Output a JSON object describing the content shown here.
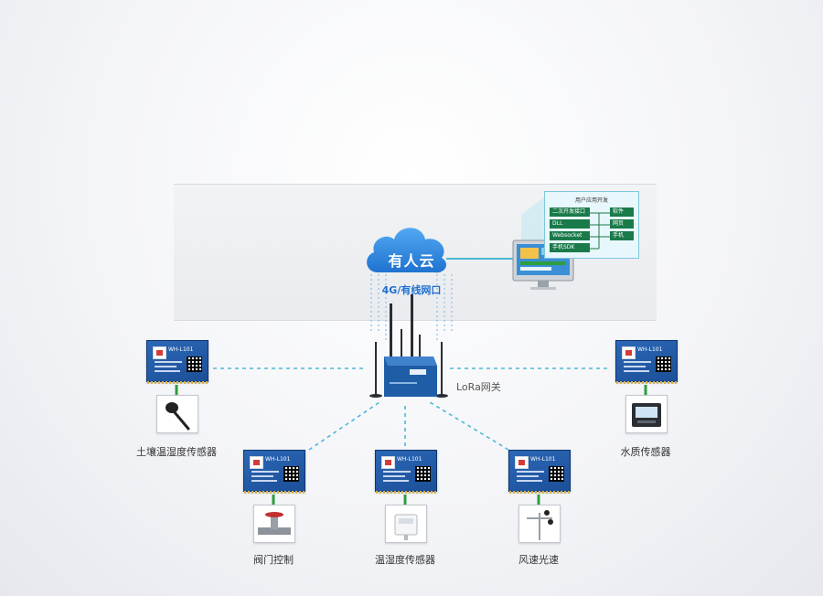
{
  "cloud": {
    "label": "有人云"
  },
  "network": {
    "label": "4G/有线网口"
  },
  "gateway": {
    "label": "LoRa网关"
  },
  "app_panel": {
    "title": "用户应用开发",
    "left_items": [
      "二次开发接口",
      "DLL",
      "Websocket",
      "手机SDK"
    ],
    "right_items": [
      "软件",
      "网页",
      "手机"
    ]
  },
  "modules": [
    {
      "model": "WH-L101"
    },
    {
      "model": "WH-L101"
    },
    {
      "model": "WH-L101"
    },
    {
      "model": "WH-L101"
    },
    {
      "model": "WH-L101"
    }
  ],
  "sensors": [
    {
      "label": "土壤温湿度传感器"
    },
    {
      "label": "阀门控制"
    },
    {
      "label": "温湿度传感器"
    },
    {
      "label": "风速光速"
    },
    {
      "label": "水质传感器"
    }
  ],
  "colors": {
    "cloud": "#2f8be6",
    "link_dashed": "#4bb8d6",
    "module_blue": "#1f58a6",
    "connector_green": "#2e9e3e",
    "label_blue": "#1e6fd0"
  }
}
